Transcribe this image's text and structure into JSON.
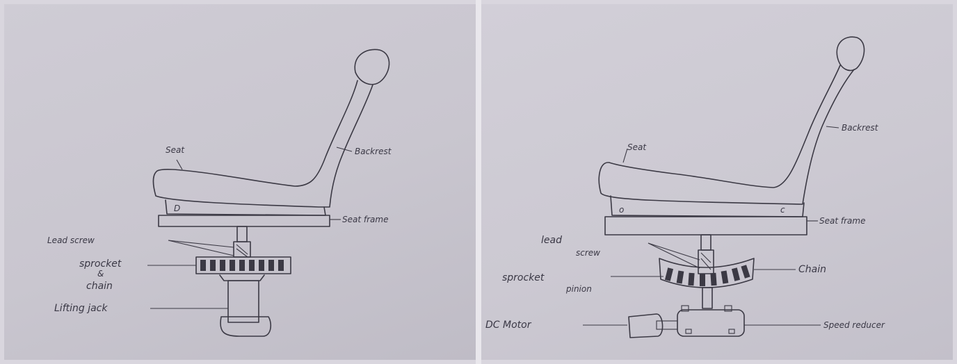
{
  "left": {
    "labels": {
      "seat": "Seat",
      "backrest": "Backrest",
      "seat_frame": "Seat frame",
      "lead_screw": "Lead screw",
      "sprocket_line1": "sprocket",
      "sprocket_line2": "&",
      "sprocket_line3": "chain",
      "lifting_jack": "Lifting jack"
    }
  },
  "right": {
    "labels": {
      "seat": "Seat",
      "backrest": "Backrest",
      "seat_frame": "Seat frame",
      "lead_line1": "lead",
      "lead_line2": "screw",
      "sprocket_line1": "sprocket",
      "sprocket_line2": "pinion",
      "chain": "Chain",
      "dc_motor": "DC Motor",
      "speed_reducer": "Speed reducer"
    }
  },
  "colors": {
    "paper": "#ccc9d2",
    "ink": "#3b3944"
  }
}
